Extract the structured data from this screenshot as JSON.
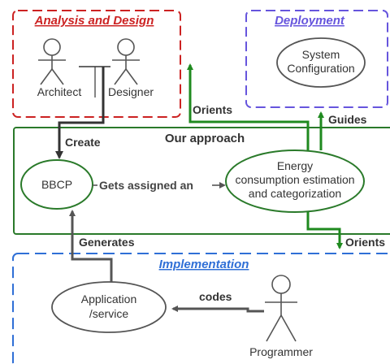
{
  "groups": {
    "analysis": {
      "title": "Analysis and Design",
      "color": "#cc2222"
    },
    "deployment": {
      "title": "Deployment",
      "color": "#6655dd"
    },
    "approach": {
      "title": "Our approach",
      "color": "#2a7a2a"
    },
    "implementation": {
      "title": "Implementation",
      "color": "#2f6fd6"
    }
  },
  "actors": {
    "architect": "Architect",
    "designer": "Designer",
    "programmer": "Programmer"
  },
  "nodes": {
    "system_config": [
      "System",
      "Configuration"
    ],
    "bbcp": "BBCP",
    "energy": [
      "Energy",
      "consumption estimation",
      "and categorization"
    ],
    "application": [
      "Application",
      "/service"
    ]
  },
  "edges": {
    "create": "Create",
    "assigned": "Gets assigned an",
    "orients_top": "Orients",
    "guides": "Guides",
    "orients_bottom": "Orients",
    "generates": "Generates",
    "codes": "codes"
  },
  "colors": {
    "green": "#1f8a1f",
    "gray": "#555555",
    "dark": "#333333"
  }
}
